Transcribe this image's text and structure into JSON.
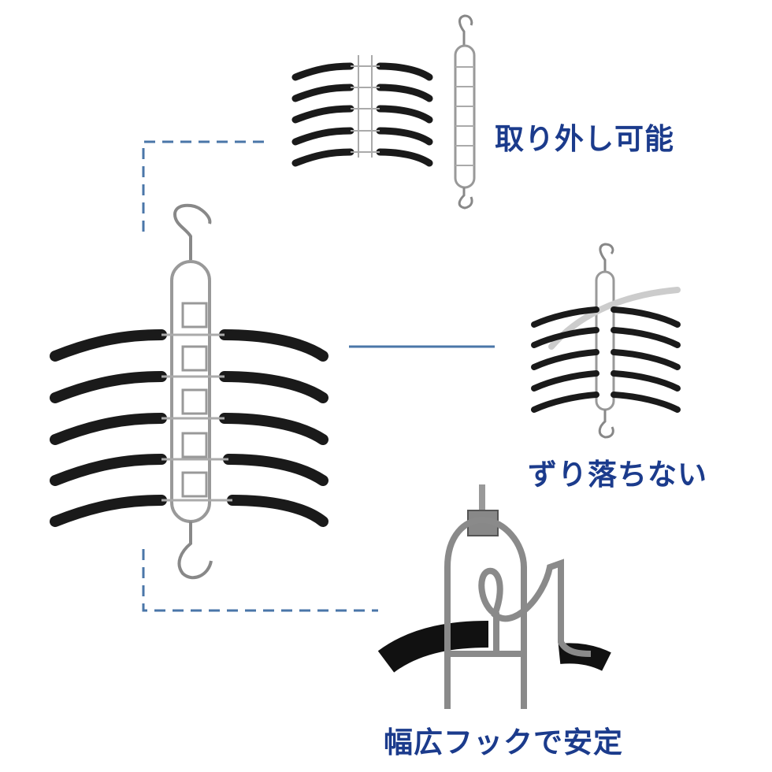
{
  "captions": {
    "detachable": "取り外し可能",
    "no_slip": "ずり落ちない",
    "wide_hook": "幅広フックで安定"
  },
  "colors": {
    "caption": "#1b3b8c",
    "connector": "#4a76a8",
    "foam": "#1a1a1a",
    "metal": "#9a9a9a"
  }
}
